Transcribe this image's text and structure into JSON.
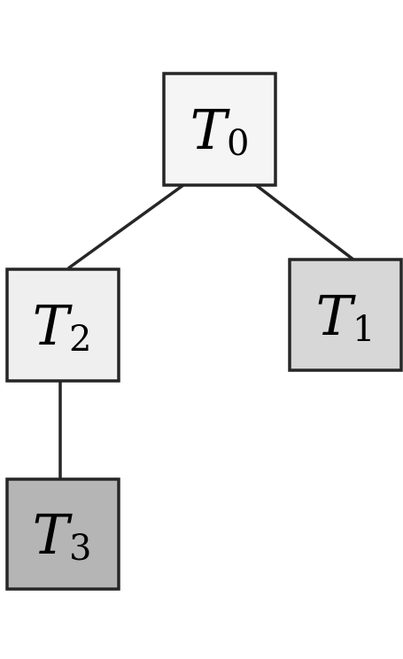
{
  "nodes": [
    {
      "id": "t0",
      "letter": "T",
      "subscript": "0",
      "fill": "#f5f5f5"
    },
    {
      "id": "t1",
      "letter": "T",
      "subscript": "1",
      "fill": "#d7d7d7"
    },
    {
      "id": "t2",
      "letter": "T",
      "subscript": "2",
      "fill": "#efefef"
    },
    {
      "id": "t3",
      "letter": "T",
      "subscript": "3",
      "fill": "#b5b5b5"
    }
  ],
  "edges": [
    {
      "from": "t0",
      "to": "t2"
    },
    {
      "from": "t0",
      "to": "t1"
    },
    {
      "from": "t2",
      "to": "t3"
    }
  ],
  "stroke_color": "#262626"
}
